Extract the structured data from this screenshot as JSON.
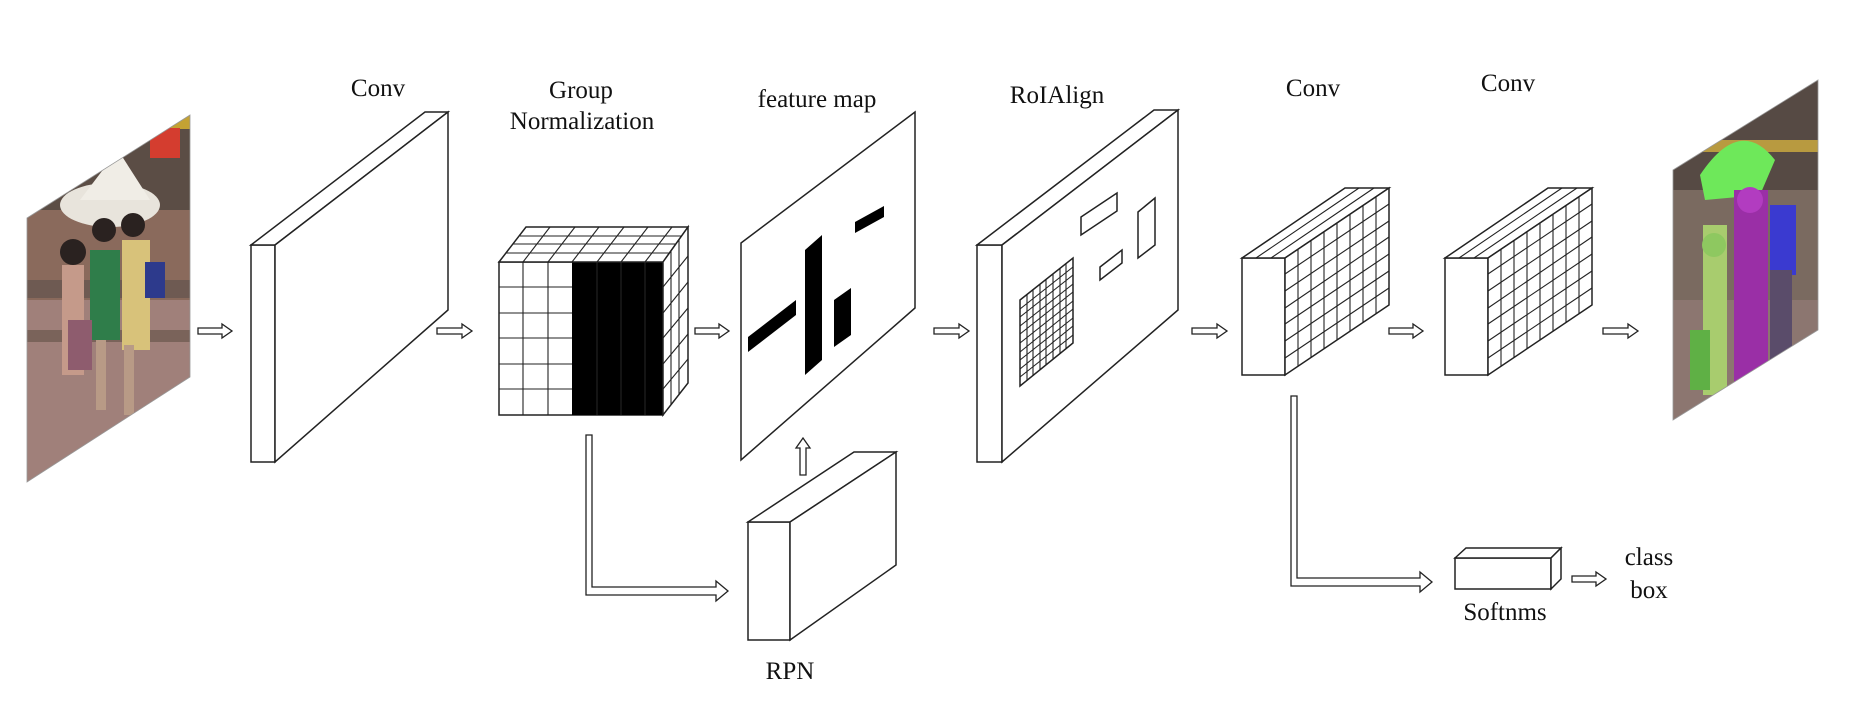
{
  "labels": {
    "conv1": "Conv",
    "group_norm_line1": "Group",
    "group_norm_line2": "Normalization",
    "feature_map": "feature map",
    "roialign": "RoIAlign",
    "conv2": "Conv",
    "conv3": "Conv",
    "rpn": "RPN",
    "softnms": "Softnms",
    "output_class": "class",
    "output_box": "box"
  },
  "images": {
    "input": "input street photo of people",
    "output": "segmented output with colored instance masks"
  }
}
